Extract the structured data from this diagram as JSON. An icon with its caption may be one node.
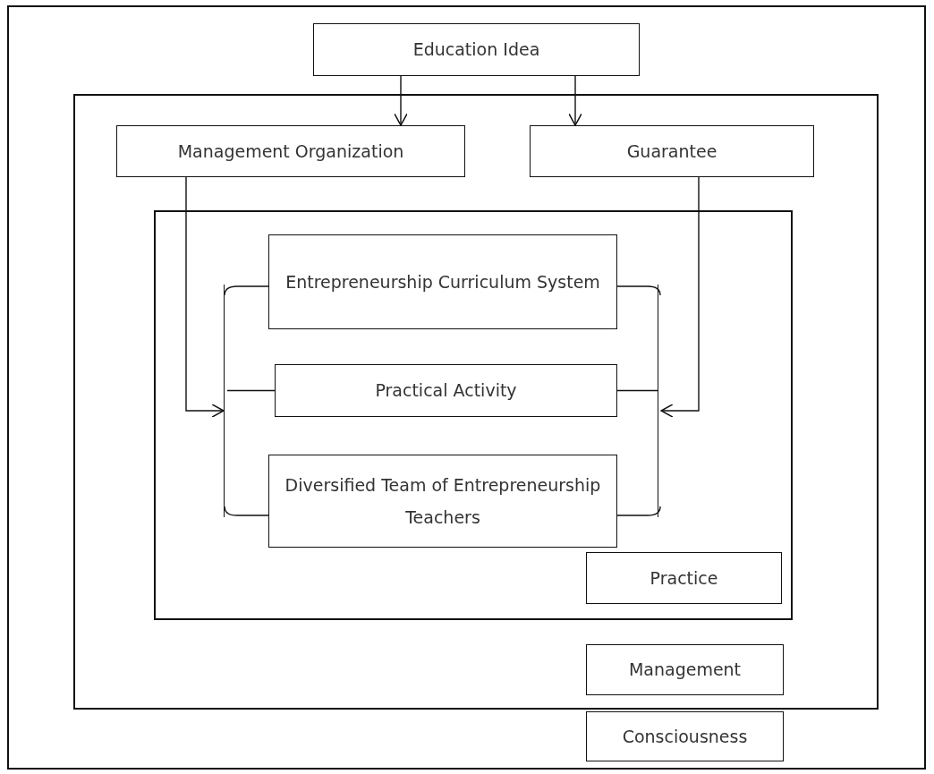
{
  "diagram": {
    "nodes": [
      {
        "text": [],
        "shape": "box"
      },
      {
        "text": [
          "Education Idea"
        ],
        "in": 0
      },
      {
        "text": [],
        "shape": "box",
        "in": 0
      },
      {
        "text": [
          "Management Organization"
        ],
        "in": 2
      },
      {
        "text": [
          "Guarantee"
        ],
        "in": 2
      },
      {
        "text": [],
        "shape": "box",
        "in": 2
      },
      {
        "text": [
          "Entrepreneurship Curriculum System"
        ],
        "in": 5
      },
      {
        "text": [
          "Practical Activity"
        ],
        "in": 5
      },
      {
        "text": [
          "Diversified Team of Entrepreneurship Teachers"
        ],
        "in": 5
      },
      {
        "text": [
          "Practice"
        ],
        "in": 5
      },
      {
        "text": [
          "Management"
        ],
        "in": 2
      },
      {
        "text": [
          "Consciousness"
        ],
        "in": 0
      },
      {
        "text": [],
        "shape": "bracket",
        "in": 5
      },
      {
        "text": [],
        "shape": "bracket",
        "in": 5
      }
    ],
    "edges": [
      {
        "from": 1,
        "to": 3,
        "arrow": "to"
      },
      {
        "from": 1,
        "to": 4,
        "arrow": "to"
      },
      {
        "from": 3,
        "to": 12,
        "arrow": "to"
      },
      {
        "from": 4,
        "to": 13,
        "arrow": "to"
      },
      {
        "from": 12,
        "to": 6,
        "arrow": "none"
      },
      {
        "from": 12,
        "to": 7,
        "arrow": "none"
      },
      {
        "from": 12,
        "to": 8,
        "arrow": "none"
      },
      {
        "from": 13,
        "to": 6,
        "arrow": "none"
      },
      {
        "from": 13,
        "to": 7,
        "arrow": "none"
      },
      {
        "from": 13,
        "to": 8,
        "arrow": "none"
      }
    ]
  }
}
